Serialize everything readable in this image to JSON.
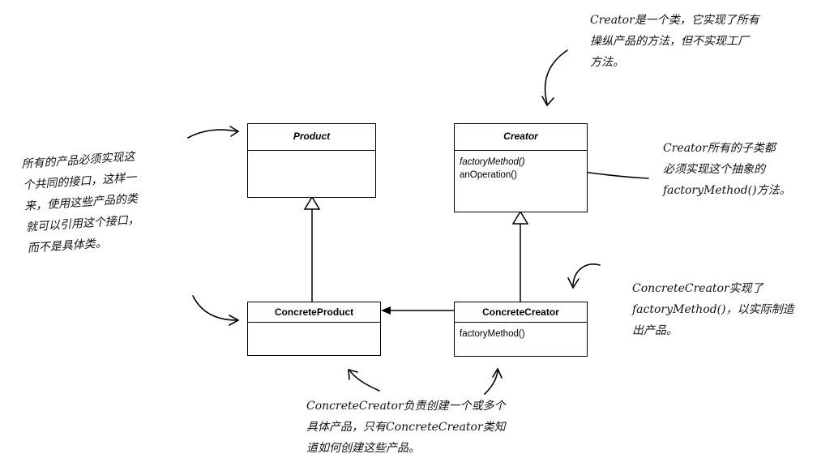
{
  "classes": {
    "product": {
      "name": "Product"
    },
    "creator": {
      "name": "Creator",
      "ops": [
        "factoryMethod()",
        "anOperation()"
      ]
    },
    "concrete_product": {
      "name": "ConcreteProduct"
    },
    "concrete_creator": {
      "name": "ConcreteCreator",
      "ops": [
        "factoryMethod()"
      ]
    }
  },
  "notes": {
    "top_right": "Creator是一个类，它实现了所有\n操纵产品的方法，但不实现工厂\n方法。",
    "left": "所有的产品必须实现这\n个共同的接口，这样一\n来，使用这些产品的类\n就可以引用这个接口，\n而不是具体类。",
    "right_upper": "Creator所有的子类都\n必须实现这个抽象的\nfactoryMethod()方法。",
    "right_lower": "ConcreteCreator实现了\nfactoryMethod()，以实际制造\n出产品。",
    "bottom": "ConcreteCreator负责创建一个或多个\n具体产品，只有ConcreteCreator类知\n道如何创建这些产品。"
  }
}
